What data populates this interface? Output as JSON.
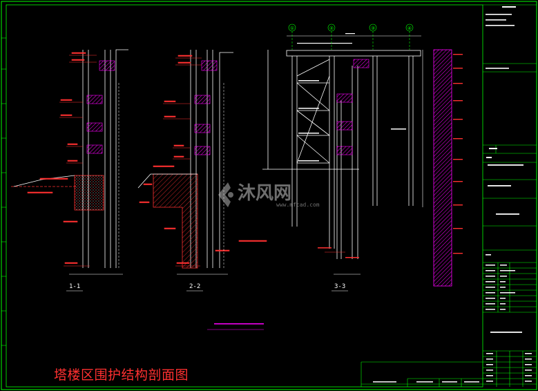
{
  "drawing_title": "塔楼区围护结构剖面图",
  "sections": [
    {
      "label": "1-1"
    },
    {
      "label": "2-2"
    },
    {
      "label": "3-3"
    }
  ],
  "axis_bubbles": [
    "①",
    "②",
    "③",
    "④"
  ],
  "watermark": {
    "logo_text": "沐风网",
    "site": "www.mfcad.com"
  },
  "colors": {
    "background": "#000000",
    "outline": "#00ff00",
    "dimension": "#ff0000",
    "hatch": "#ff00ff",
    "wall": "#ffffff"
  }
}
